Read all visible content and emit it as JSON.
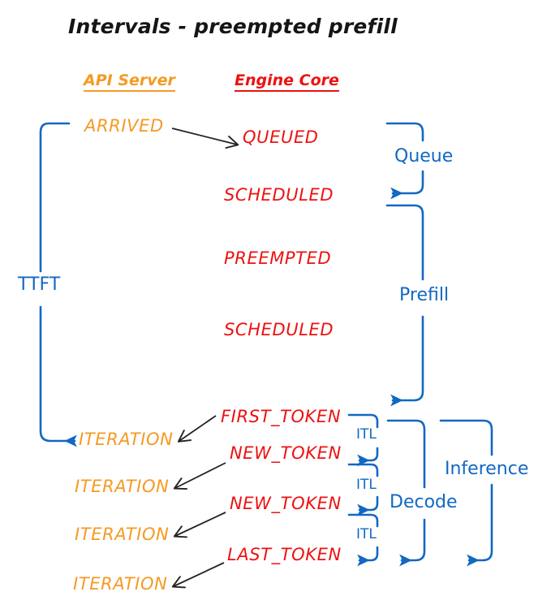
{
  "diagram": {
    "title": "Intervals - preempted prefill",
    "colors": {
      "api_server": "#F59A23",
      "engine_core": "#EE1111",
      "interval": "#1268C3",
      "arrow": "#222222",
      "background": "#FFFFFF"
    },
    "columns": [
      {
        "id": "api-server",
        "label": "API Server",
        "color": "#F59A23"
      },
      {
        "id": "engine-core",
        "label": "Engine Core",
        "color": "#EE1111"
      }
    ],
    "api_events": [
      {
        "id": "arrived",
        "label": "ARRIVED"
      },
      {
        "id": "iteration-1",
        "label": "ITERATION"
      },
      {
        "id": "iteration-2",
        "label": "ITERATION"
      },
      {
        "id": "iteration-3",
        "label": "ITERATION"
      },
      {
        "id": "iteration-4",
        "label": "ITERATION"
      }
    ],
    "engine_events": [
      {
        "id": "queued",
        "label": "QUEUED"
      },
      {
        "id": "scheduled-1",
        "label": "SCHEDULED"
      },
      {
        "id": "preempted",
        "label": "PREEMPTED"
      },
      {
        "id": "scheduled-2",
        "label": "SCHEDULED"
      },
      {
        "id": "first-token",
        "label": "FIRST_TOKEN"
      },
      {
        "id": "new-token-1",
        "label": "NEW_TOKEN"
      },
      {
        "id": "new-token-2",
        "label": "NEW_TOKEN"
      },
      {
        "id": "last-token",
        "label": "LAST_TOKEN"
      }
    ],
    "intervals": [
      {
        "id": "ttft",
        "label": "TTFT"
      },
      {
        "id": "queue",
        "label": "Queue"
      },
      {
        "id": "prefill",
        "label": "Prefill"
      },
      {
        "id": "itl-1",
        "label": "ITL"
      },
      {
        "id": "itl-2",
        "label": "ITL"
      },
      {
        "id": "itl-3",
        "label": "ITL"
      },
      {
        "id": "decode",
        "label": "Decode"
      },
      {
        "id": "inference",
        "label": "Inference"
      }
    ]
  }
}
